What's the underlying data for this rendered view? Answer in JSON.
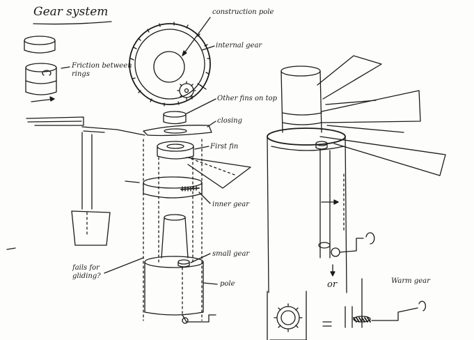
{
  "title": "Gear system",
  "labels": {
    "friction": [
      "Friction between",
      "rings"
    ],
    "construction_pole": "construction pole",
    "internal_gear": "internal gear",
    "other_fins": "Other fins on top",
    "closing": "closing",
    "first_fin": "First fin",
    "inner_gear": "inner gear",
    "small_gear": "small gear",
    "pole": "pole",
    "fails_for_gliding": [
      "fails for",
      "gliding?"
    ],
    "or": "or",
    "warm_gear": "Warm gear"
  },
  "colors": {
    "ink": "#1a1a1a",
    "paper": "#fdfdfb"
  }
}
